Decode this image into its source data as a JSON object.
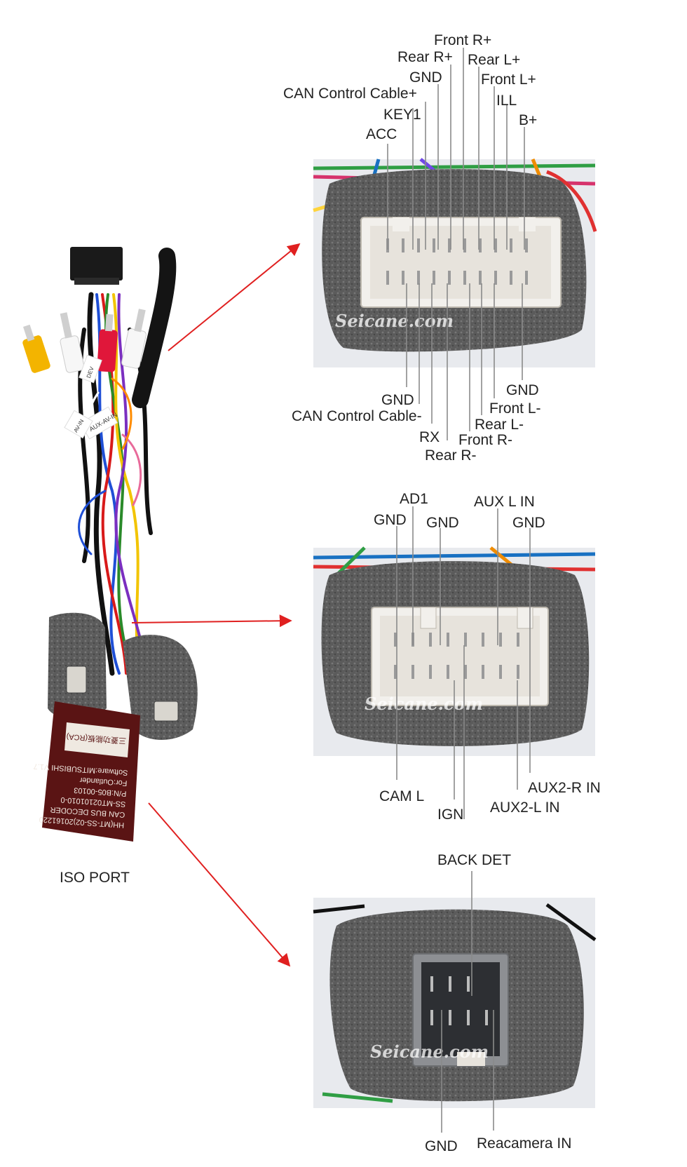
{
  "harness": {
    "port_label": "ISO PORT",
    "decoder_text": [
      "HH(MT-SS-02)20161220",
      "CAN BUS DECODER",
      "SS-MT02101010-0",
      "P/N:B05-00103",
      "For:Outlander",
      "Software:MITSUBISHI V1.7"
    ],
    "decoder_sticker": "三菱功能板(RCA)",
    "tags": [
      "AUX-AV-IN",
      "AV-IN",
      "DEV"
    ]
  },
  "connectors": [
    {
      "id": "main",
      "watermark": "Seicane.com",
      "top_labels": [
        "Front R+",
        "Rear R+",
        "Rear L+",
        "GND",
        "Front L+",
        "CAN Control Cable+",
        "ILL",
        "KEY1",
        "B+",
        "ACC"
      ],
      "bottom_labels": [
        "GND",
        "GND",
        "Front L-",
        "CAN Control Cable-",
        "Rear L-",
        "RX",
        "Front R-",
        "Rear R-"
      ]
    },
    {
      "id": "aux",
      "watermark": "Seicane.com",
      "top_labels": [
        "AD1",
        "AUX L IN",
        "GND",
        "GND",
        "GND"
      ],
      "bottom_labels": [
        "AUX2-R IN",
        "CAM L",
        "AUX2-L IN",
        "IGN"
      ]
    },
    {
      "id": "camera",
      "watermark": "Seicane.com",
      "top_labels": [
        "BACK DET"
      ],
      "bottom_labels": [
        "GND",
        "Reacamera IN"
      ]
    }
  ],
  "colors": {
    "arrow": "#e02020",
    "foam": "#5b5b5b",
    "housing": "#f2f0ec",
    "decoder": "#5a1414"
  }
}
